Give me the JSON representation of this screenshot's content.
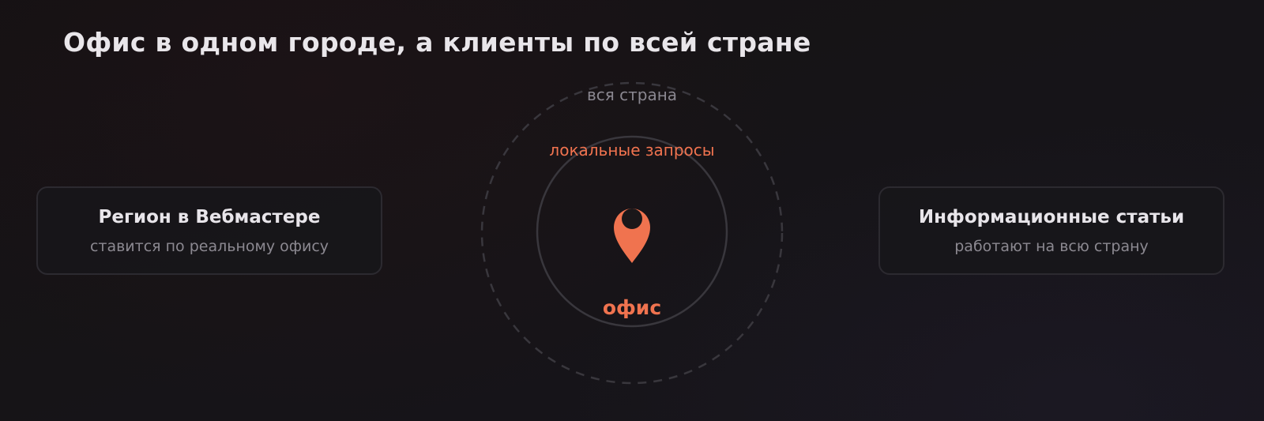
{
  "title": "Офис в одном городе, а клиенты по всей стране",
  "left_card": {
    "title": "Регион в Вебмастере",
    "subtitle": "ставится по реальному офису"
  },
  "right_card": {
    "title": "Информационные статьи",
    "subtitle": "работают на всю страну"
  },
  "rings": {
    "outer_label": "вся страна",
    "inner_label": "локальные запросы",
    "center_label": "офис"
  },
  "icons": {
    "center": "map-pin-icon"
  },
  "colors": {
    "accent": "#f0734f",
    "title_text": "#e9e6ea",
    "muted_text": "#8c8991",
    "ring_stroke": "#39373d"
  }
}
